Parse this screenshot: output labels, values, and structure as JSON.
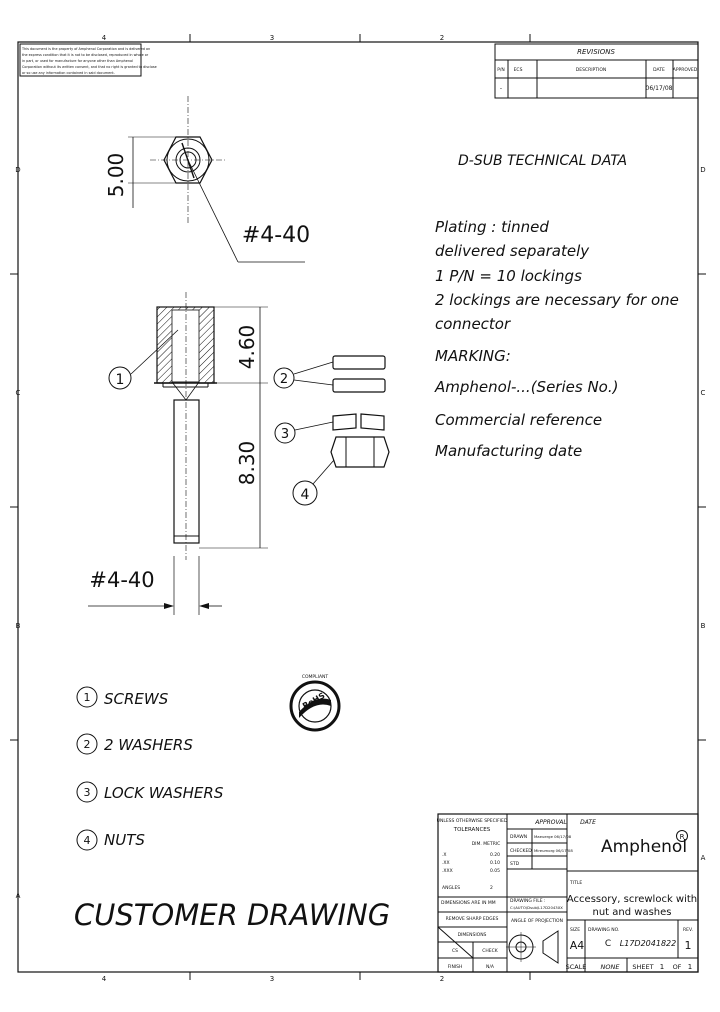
{
  "border": {
    "top_zones": [
      "4",
      "3",
      "2"
    ],
    "bottom_zones": [
      "4",
      "3",
      "2"
    ],
    "left_zones": [
      "D",
      "C",
      "B",
      "A"
    ],
    "right_zones": [
      "D",
      "C",
      "B",
      "A"
    ]
  },
  "notice": {
    "lines": [
      "This document is the property of Amphenol Corporation and is delivered on",
      "the express condition that it is not to be disclosed, reproduced in whole or",
      "in part, or used for manufacture for anyone other than Amphenol",
      "Corporation without its written consent, and that no right is granted to disclose",
      "or so use any information contained in said document."
    ]
  },
  "revisions": {
    "title": "REVISIONS",
    "headers": [
      "P/N",
      "ECS",
      "DESCRIPTION",
      "DATE",
      "APPROVED"
    ],
    "rows": [
      [
        "-",
        "",
        "",
        "06/17/08",
        ""
      ]
    ]
  },
  "drawing": {
    "dims": {
      "hex_height": "5.00",
      "thread_top": "#4-40",
      "body_height": "4.60",
      "screw_length": "8.30",
      "thread_bottom": "#4-40"
    },
    "callouts": [
      "1",
      "2",
      "3",
      "4"
    ]
  },
  "spec": {
    "title": "D-SUB TECHNICAL DATA",
    "lines": [
      "Plating : tinned",
      "delivered separately",
      "1 P/N = 10 lockings",
      "2 lockings are necessary for one",
      "connector",
      "MARKING:",
      "Amphenol-...(Series No.)",
      "Commercial reference",
      "Manufacturing date"
    ]
  },
  "legend": [
    {
      "num": "1",
      "label": "SCREWS"
    },
    {
      "num": "2",
      "label": "2 WASHERS"
    },
    {
      "num": "3",
      "label": "LOCK WASHERS"
    },
    {
      "num": "4",
      "label": "NUTS"
    }
  ],
  "rohs": {
    "text": "RoHS",
    "ring": "COMPLIANT"
  },
  "customer_drawing": "CUSTOMER DRAWING",
  "title_block": {
    "tolerance_head": "UNLESS OTHERWISE SPECIFIED",
    "tolerances_label": "TOLERANCES",
    "tolerances_units": "DIM. METRIC",
    "tolerance_rows": [
      {
        "label": ".X",
        "value": "0.20"
      },
      {
        "label": ".XX",
        "value": "0.10"
      },
      {
        "label": ".XXX",
        "value": "0.05"
      },
      {
        "label": "ANGLES",
        "value": "2"
      }
    ],
    "dim_note": "DIMENSIONS ARE IN MM",
    "break_edges": "REMOVE SHARP EDGES",
    "dimensions_label": "DIMENSIONS",
    "approval_label": "APPROVAL",
    "date_label": "DATE",
    "drawn_label": "DRAWN",
    "drawn_value": "Maeuerge 06/17/08",
    "checked_label": "CHECKED",
    "checked_value": "Mireumorg 06/17/08",
    "std_label": "STD",
    "drawing_file_label": "DRAWING FILE :",
    "drawing_file_value": "C:\\AUTO\\Dsub\\L17D2043XX",
    "projection_label": "ANGLE OF PROJECTION",
    "company": "Amphenol",
    "title_label": "TITLE",
    "title_line1": "Accessory, screwlock with",
    "title_line2": "nut and washes",
    "size_label": "SIZE",
    "size_value": "A4",
    "drawing_no_label": "DRAWING NO.",
    "drawing_prefix": "C",
    "drawing_number": "L17D2041822",
    "rev_label": "REV.",
    "rev_value": "1",
    "scale_label": "SCALE",
    "scale_value": "NONE",
    "sheet_label": "SHEET",
    "sheet_value": "1",
    "of_label": "OF",
    "of_value": "1",
    "cell_a": "CS",
    "cell_b": "CHECK",
    "cell_c": "FINISH",
    "cell_d": "N/A"
  }
}
